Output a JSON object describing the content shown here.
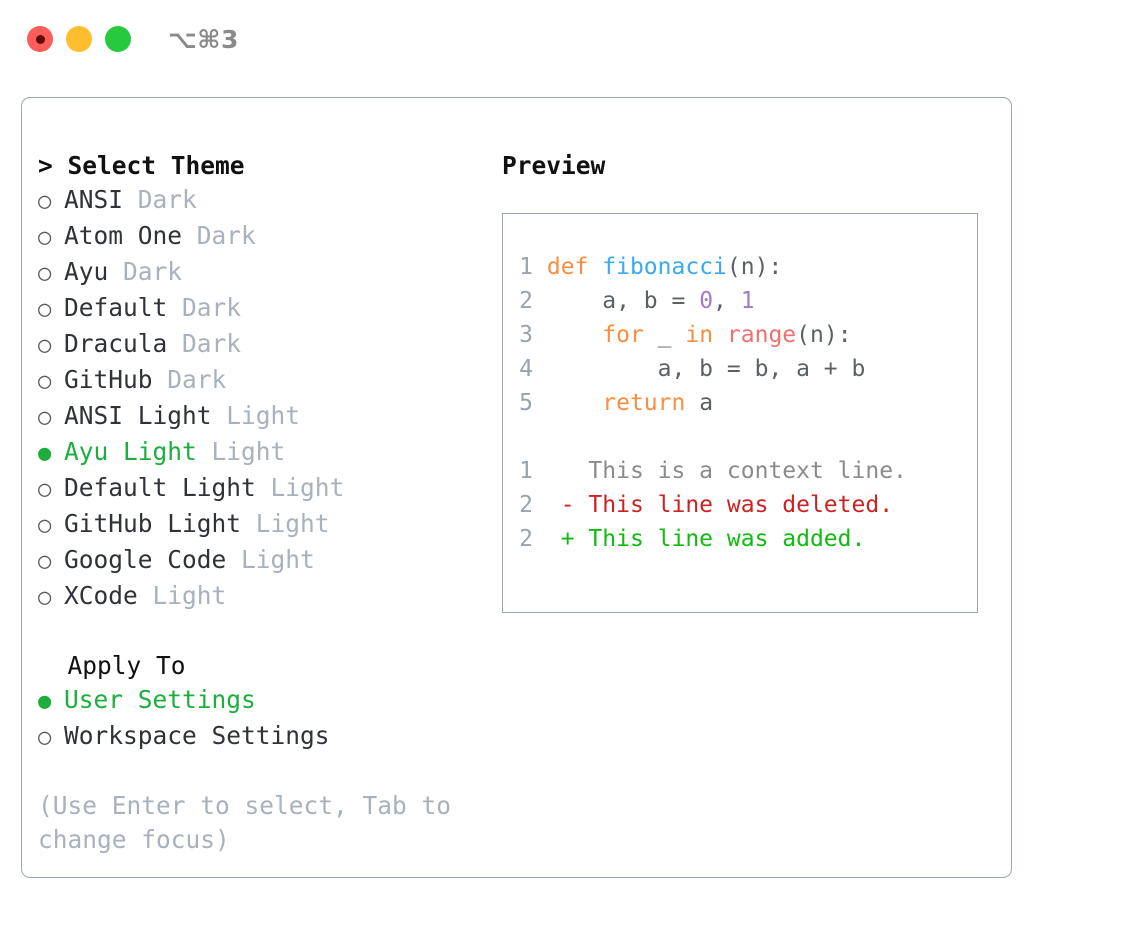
{
  "titlebar": {
    "shortcut": "⌥⌘3",
    "lights": [
      {
        "name": "close",
        "color": "#fb5e5a"
      },
      {
        "name": "minimize",
        "color": "#febe2e"
      },
      {
        "name": "maximize",
        "color": "#27c93f"
      }
    ]
  },
  "accent_color": "#1caf3e",
  "theme_section": {
    "header": "> Select Theme",
    "items": [
      {
        "bullet": "○",
        "name": "ANSI",
        "category": "Dark",
        "selected": false
      },
      {
        "bullet": "○",
        "name": "Atom One",
        "category": "Dark",
        "selected": false
      },
      {
        "bullet": "○",
        "name": "Ayu",
        "category": "Dark",
        "selected": false
      },
      {
        "bullet": "○",
        "name": "Default",
        "category": "Dark",
        "selected": false
      },
      {
        "bullet": "○",
        "name": "Dracula",
        "category": "Dark",
        "selected": false
      },
      {
        "bullet": "○",
        "name": "GitHub",
        "category": "Dark",
        "selected": false
      },
      {
        "bullet": "○",
        "name": "ANSI Light",
        "category": "Light",
        "selected": false
      },
      {
        "bullet": "●",
        "name": "Ayu Light",
        "category": "Light",
        "selected": true
      },
      {
        "bullet": "○",
        "name": "Default Light",
        "category": "Light",
        "selected": false
      },
      {
        "bullet": "○",
        "name": "GitHub Light",
        "category": "Light",
        "selected": false
      },
      {
        "bullet": "○",
        "name": "Google Code",
        "category": "Light",
        "selected": false
      },
      {
        "bullet": "○",
        "name": "XCode",
        "category": "Light",
        "selected": false
      }
    ]
  },
  "apply_section": {
    "header": "  Apply To",
    "items": [
      {
        "bullet": "●",
        "name": "User Settings",
        "category": "",
        "selected": true
      },
      {
        "bullet": "○",
        "name": "Workspace Settings",
        "category": "",
        "selected": false
      }
    ]
  },
  "hint": "(Use Enter to select, Tab to change focus)",
  "preview": {
    "title": "Preview",
    "code_lines": [
      {
        "num": "1",
        "tokens": [
          {
            "t": "def",
            "c": "kw"
          },
          {
            "t": " ",
            "c": "punc"
          },
          {
            "t": "fibonacci",
            "c": "fn"
          },
          {
            "t": "(n):",
            "c": "punc"
          }
        ]
      },
      {
        "num": "2",
        "tokens": [
          {
            "t": "    a, b = ",
            "c": "id"
          },
          {
            "t": "0",
            "c": "num"
          },
          {
            "t": ", ",
            "c": "punc"
          },
          {
            "t": "1",
            "c": "num"
          }
        ]
      },
      {
        "num": "3",
        "tokens": [
          {
            "t": "    ",
            "c": "punc"
          },
          {
            "t": "for",
            "c": "kw"
          },
          {
            "t": " _ ",
            "c": "id"
          },
          {
            "t": "in",
            "c": "kw"
          },
          {
            "t": " ",
            "c": "punc"
          },
          {
            "t": "range",
            "c": "bi"
          },
          {
            "t": "(n):",
            "c": "punc"
          }
        ]
      },
      {
        "num": "4",
        "tokens": [
          {
            "t": "        a, b = b, a + b",
            "c": "id"
          }
        ]
      },
      {
        "num": "5",
        "tokens": [
          {
            "t": "    ",
            "c": "punc"
          },
          {
            "t": "return",
            "c": "kw"
          },
          {
            "t": " a",
            "c": "id"
          }
        ]
      }
    ],
    "diff_lines": [
      {
        "num": "1",
        "marker": " ",
        "text": " This is a context line.",
        "kind": "ctx"
      },
      {
        "num": "2",
        "marker": "-",
        "text": " This line was deleted.",
        "kind": "del"
      },
      {
        "num": "2",
        "marker": "+",
        "text": " This line was added.",
        "kind": "add"
      }
    ]
  }
}
